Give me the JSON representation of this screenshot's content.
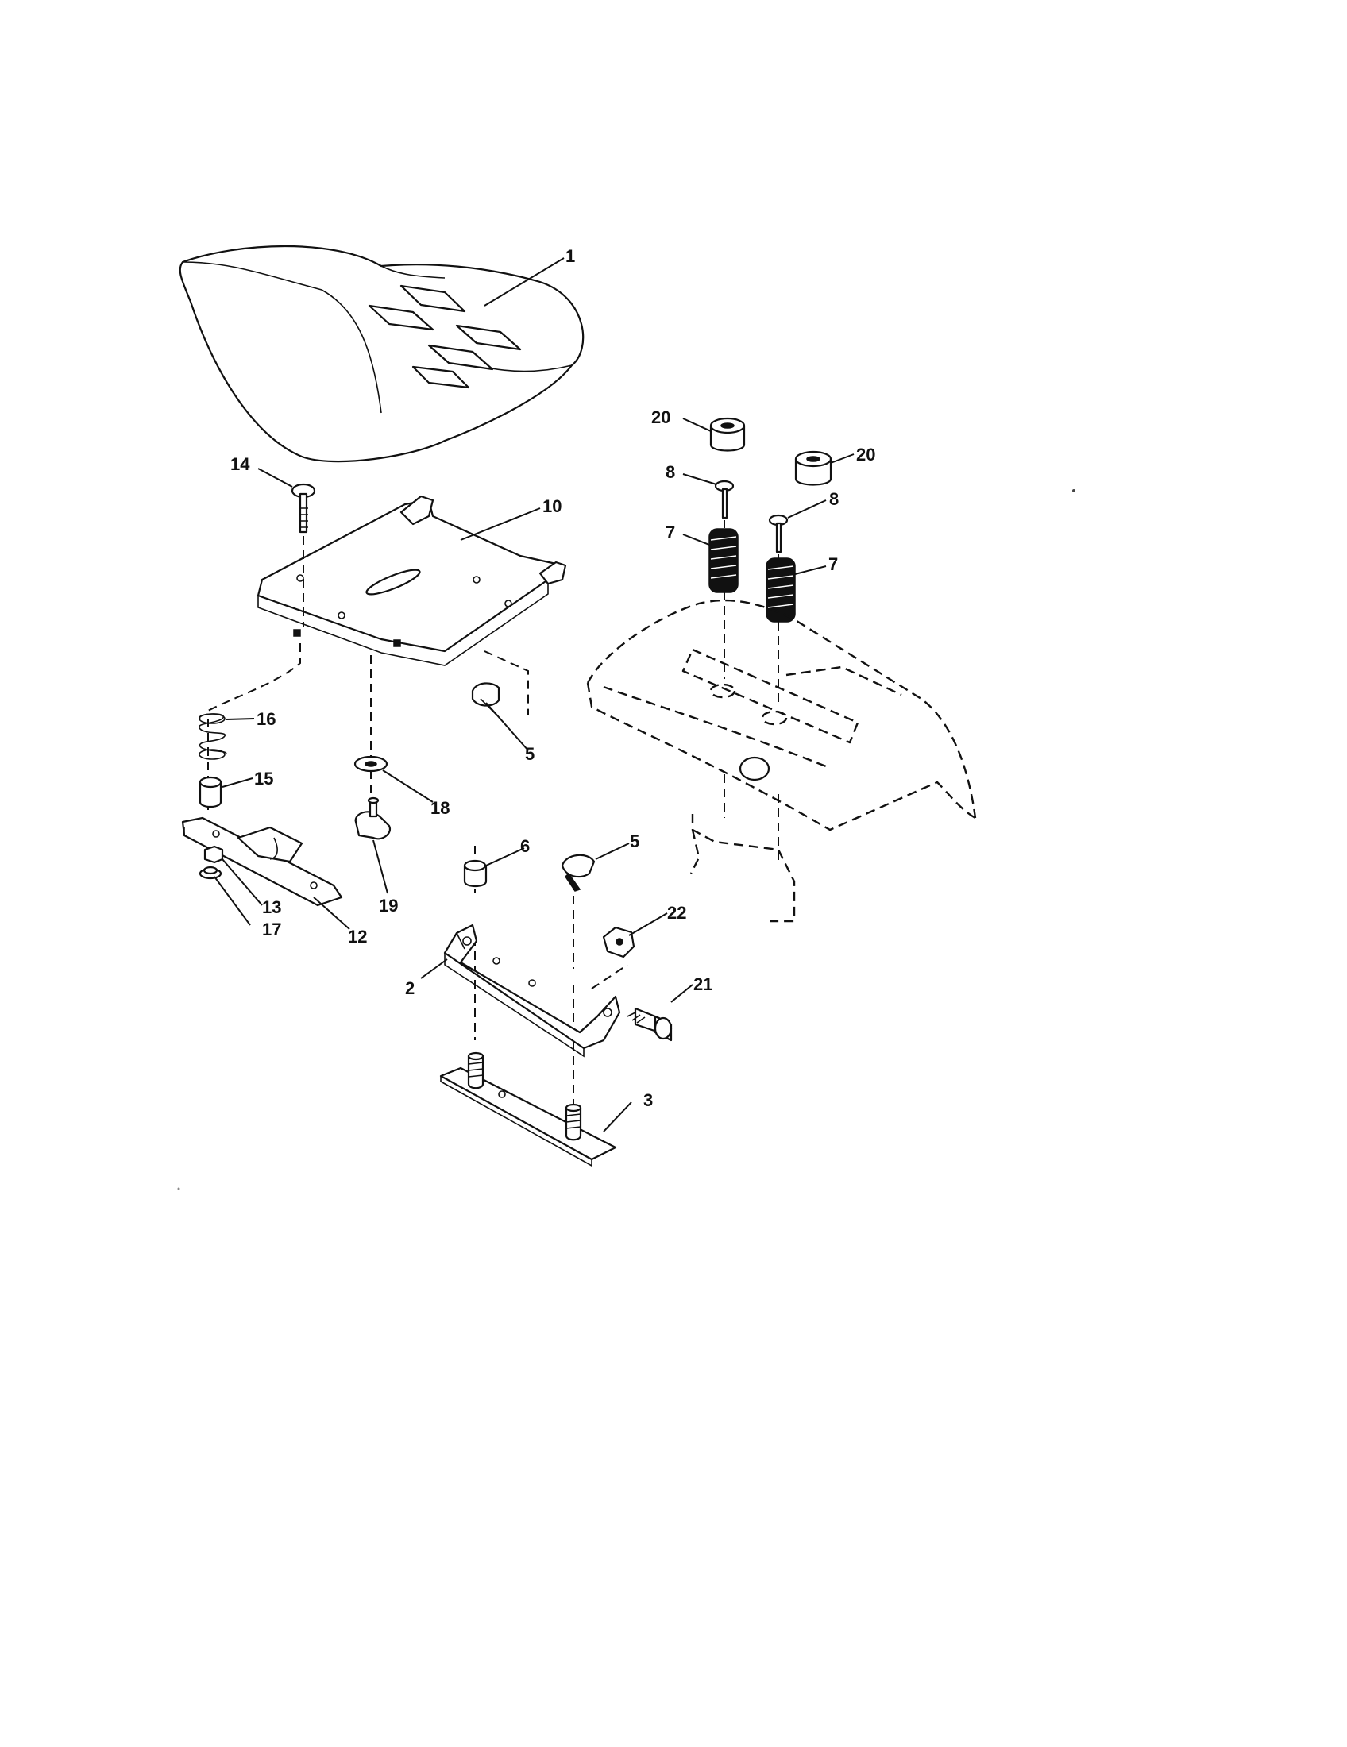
{
  "callouts": [
    {
      "id": "c1",
      "label": "1"
    },
    {
      "id": "c20a",
      "label": "20"
    },
    {
      "id": "c20b",
      "label": "20"
    },
    {
      "id": "c14",
      "label": "14"
    },
    {
      "id": "c10",
      "label": "10"
    },
    {
      "id": "c8a",
      "label": "8"
    },
    {
      "id": "c8b",
      "label": "8"
    },
    {
      "id": "c7a",
      "label": "7"
    },
    {
      "id": "c7b",
      "label": "7"
    },
    {
      "id": "c16",
      "label": "16"
    },
    {
      "id": "c5a",
      "label": "5"
    },
    {
      "id": "c15",
      "label": "15"
    },
    {
      "id": "c18",
      "label": "18"
    },
    {
      "id": "c6",
      "label": "6"
    },
    {
      "id": "c5b",
      "label": "5"
    },
    {
      "id": "c13",
      "label": "13"
    },
    {
      "id": "c19",
      "label": "19"
    },
    {
      "id": "c17",
      "label": "17"
    },
    {
      "id": "c12",
      "label": "12"
    },
    {
      "id": "c22",
      "label": "22"
    },
    {
      "id": "c2",
      "label": "2"
    },
    {
      "id": "c21",
      "label": "21"
    },
    {
      "id": "c3",
      "label": "3"
    }
  ]
}
